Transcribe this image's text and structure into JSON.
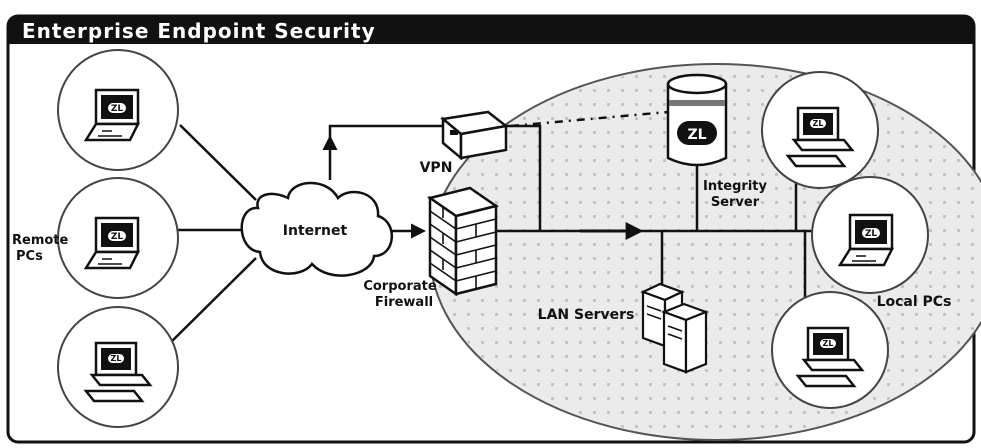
{
  "diagram": {
    "title": "Enterprise Endpoint Security",
    "logo_text": "ZL",
    "labels": {
      "remote_pcs_line1": "Remote",
      "remote_pcs_line2": "PCs",
      "internet": "Internet",
      "vpn": "VPN",
      "firewall_line1": "Corporate",
      "firewall_line2": "Firewall",
      "integrity_line1": "Integrity",
      "integrity_line2": "Server",
      "lan_servers": "LAN Servers",
      "local_pcs": "Local PCs"
    },
    "colors": {
      "header": "#111111",
      "ellipse_fill": "#ebebeb",
      "ink": "#111111"
    },
    "icons": [
      "laptop-icon",
      "desktop-pc-icon",
      "cloud-icon",
      "vpn-box-icon",
      "firewall-icon",
      "server-icon",
      "tower-servers-icon",
      "arrow-icon"
    ]
  }
}
